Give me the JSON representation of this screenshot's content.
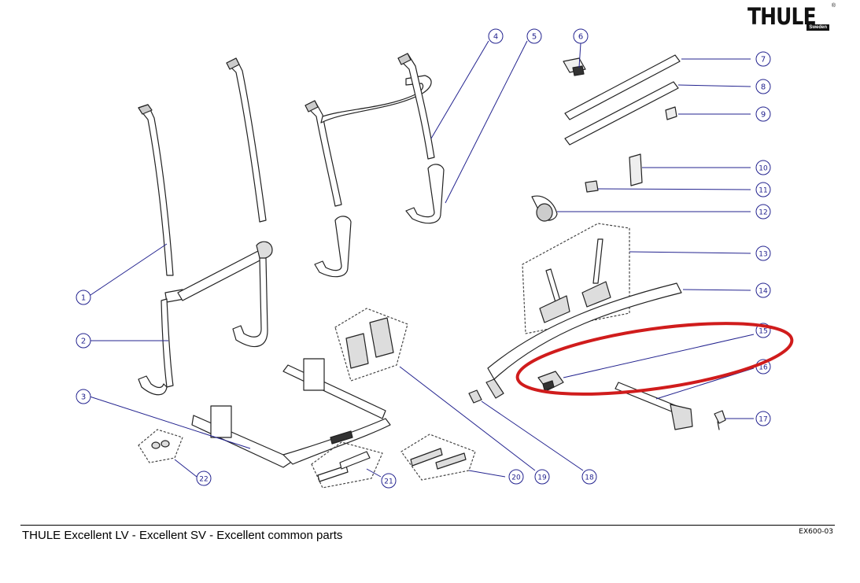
{
  "logo": {
    "main": "THULE",
    "sub": "Sweden",
    "reg": "®"
  },
  "callouts": [
    "1",
    "2",
    "3",
    "4",
    "5",
    "6",
    "7",
    "8",
    "9",
    "10",
    "11",
    "12",
    "13",
    "14",
    "15",
    "16",
    "17",
    "18",
    "19",
    "20",
    "21",
    "22"
  ],
  "highlight": {
    "color": "#d01c1c",
    "target_callout": "15"
  },
  "leader_color": "#23238f",
  "footer": {
    "title": "THULE Excellent LV - Excellent SV - Excellent common parts",
    "code": "EX600-03"
  }
}
